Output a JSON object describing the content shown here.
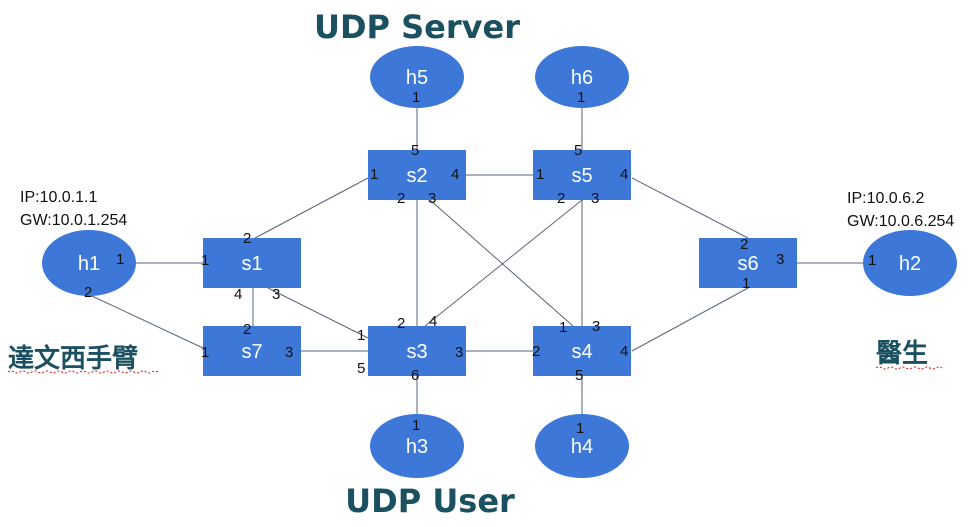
{
  "titles": {
    "udp_server": "UDP Server",
    "udp_user": "UDP User",
    "left_label": "達文西手臂",
    "right_label": "醫生"
  },
  "h1_info": {
    "ip": "IP:10.0.1.1",
    "gw": "GW:10.0.1.254"
  },
  "h2_info": {
    "ip": "IP:10.0.6.2",
    "gw": "GW:10.0.6.254"
  },
  "switches": {
    "s1": "s1",
    "s2": "s2",
    "s3": "s3",
    "s4": "s4",
    "s5": "s5",
    "s6": "s6",
    "s7": "s7"
  },
  "hosts": {
    "h1": "h1",
    "h2": "h2",
    "h3": "h3",
    "h4": "h4",
    "h5": "h5",
    "h6": "h6"
  },
  "ports": {
    "h1_1": "1",
    "s1_1": "1",
    "s1_2": "2",
    "s1_3": "3",
    "s1_4": "4",
    "h1_2": "2",
    "s7_1": "1",
    "s7_2": "2",
    "s7_3": "3",
    "s2_1": "1",
    "s2_2": "2",
    "s2_3": "3",
    "s2_4": "4",
    "s2_5": "5",
    "h5_1": "1",
    "s5_1": "1",
    "s5_2": "2",
    "s5_3": "3",
    "s5_4": "4",
    "s5_5": "5",
    "h6_1": "1",
    "s3_1": "1",
    "s3_2": "2",
    "s3_3": "3",
    "s3_4": "4",
    "s3_5": "5",
    "s3_6": "6",
    "h3_1": "1",
    "s4_1": "1",
    "s4_2": "2",
    "s4_3": "3",
    "s4_4": "4",
    "s4_5": "5",
    "h4_1": "1",
    "s6_1": "1",
    "s6_2": "2",
    "s6_3": "3",
    "h2_1": "1"
  },
  "colors": {
    "node_fill": "#3d78d8",
    "title_color": "#1b5060",
    "link_color": "#5a6677"
  }
}
